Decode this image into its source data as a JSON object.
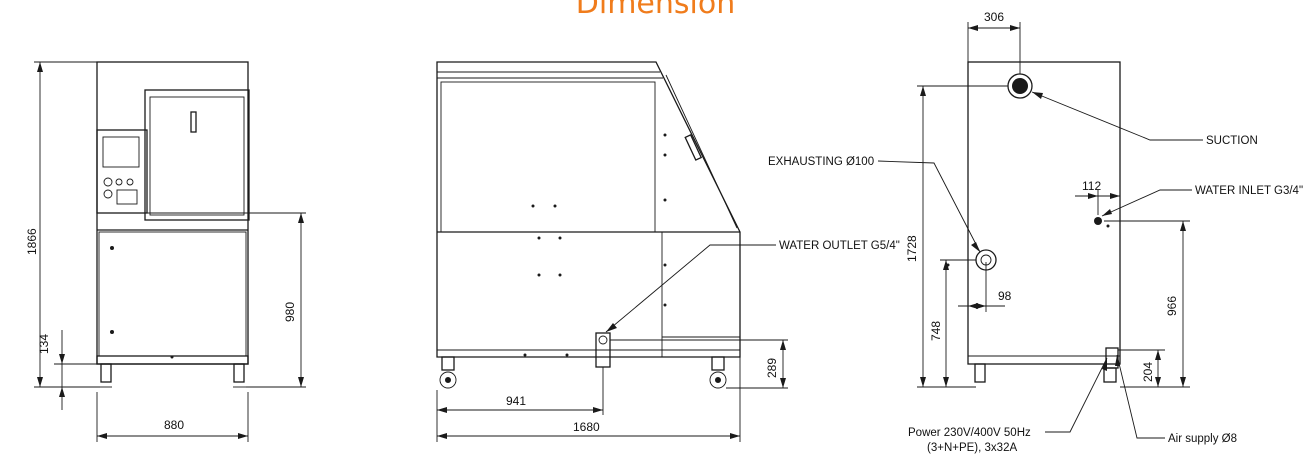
{
  "title": "Dimension",
  "front_view": {
    "dims": {
      "height": "1866",
      "width": "880",
      "base": "134",
      "worktop": "980"
    }
  },
  "side_view": {
    "dims": {
      "length": "1680",
      "outlet_pos": "941",
      "outlet_height": "289"
    },
    "labels": {
      "water_outlet": "WATER OUTLET G5/4\""
    }
  },
  "rear_view": {
    "dims": {
      "top_offset": "306",
      "height": "1728",
      "exhaust_offset": "98",
      "exhaust_height": "748",
      "inlet_offset": "112",
      "inlet_height": "966",
      "bottom": "204"
    },
    "labels": {
      "suction": "SUCTION",
      "exhausting": "EXHAUSTING Ø100",
      "water_inlet": "WATER INLET G3/4\"",
      "power_line1": "Power 230V/400V 50Hz",
      "power_line2": "(3+N+PE), 3x32A",
      "air_supply": "Air supply Ø8"
    }
  }
}
